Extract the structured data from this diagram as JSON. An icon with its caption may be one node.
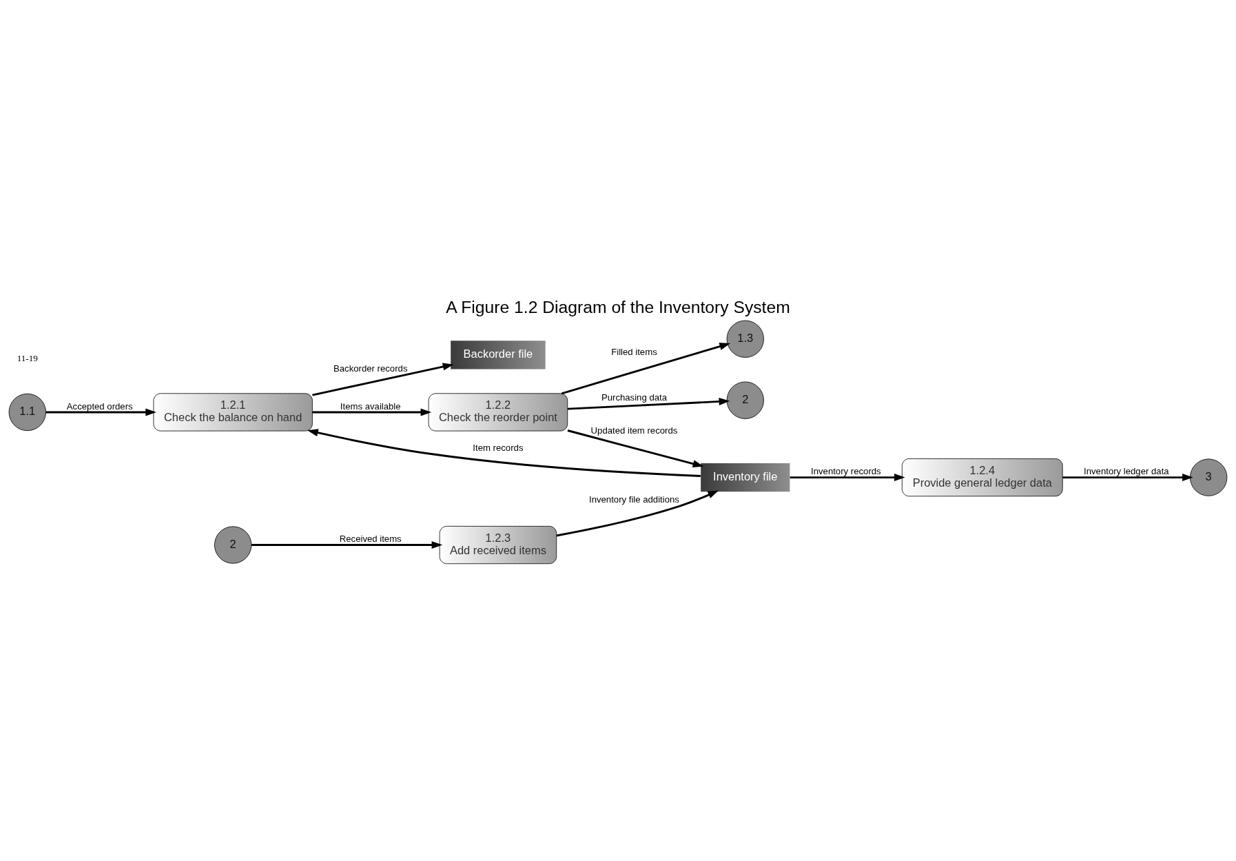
{
  "diagram": {
    "title": "A Figure 1.2 Diagram of the Inventory System",
    "nodes": [
      {
        "text": [
          "1.1"
        ]
      },
      {
        "text": [
          "1.2.1",
          "Check the balance on hand"
        ]
      },
      {
        "text": [
          "1.2.3",
          "Add received items"
        ]
      },
      {
        "text": [
          "2"
        ]
      },
      {
        "text": [
          "Inventory file"
        ]
      },
      {
        "text": [
          "Backorder file"
        ]
      },
      {
        "text": [
          "1.2.2",
          "Check the reorder point"
        ]
      },
      {
        "text": [
          "1.2.4",
          "Provide general ledger data"
        ]
      },
      {
        "text": [
          "3"
        ]
      },
      {
        "text": [
          "1.3"
        ]
      },
      {
        "text": [
          "2"
        ]
      }
    ],
    "edges": [
      {
        "from": 0,
        "to": 1,
        "arrow": "to",
        "label": "Accepted orders"
      },
      {
        "from": 3,
        "to": 2,
        "arrow": "to",
        "label": "Received items"
      },
      {
        "from": 2,
        "to": 4,
        "arrow": "to",
        "label": "Inventory file additions"
      },
      {
        "from": 4,
        "to": 1,
        "arrow": "to",
        "label": "Item records"
      },
      {
        "from": 1,
        "to": 5,
        "arrow": "to",
        "label": "Backorder records"
      },
      {
        "from": 1,
        "to": 6,
        "arrow": "to",
        "label": "Items available"
      },
      {
        "from": 6,
        "to": 4,
        "arrow": "to",
        "label": "Updated item records"
      },
      {
        "from": 4,
        "to": 7,
        "arrow": "to",
        "label": "Inventory records"
      },
      {
        "from": 7,
        "to": 8,
        "arrow": "to",
        "label": "Inventory ledger data"
      },
      {
        "from": 6,
        "to": 9,
        "arrow": "to",
        "label": "Filled items"
      },
      {
        "from": 6,
        "to": 10,
        "arrow": "to",
        "label": "Purchasing data"
      }
    ],
    "labels": [
      "11-19"
    ]
  }
}
